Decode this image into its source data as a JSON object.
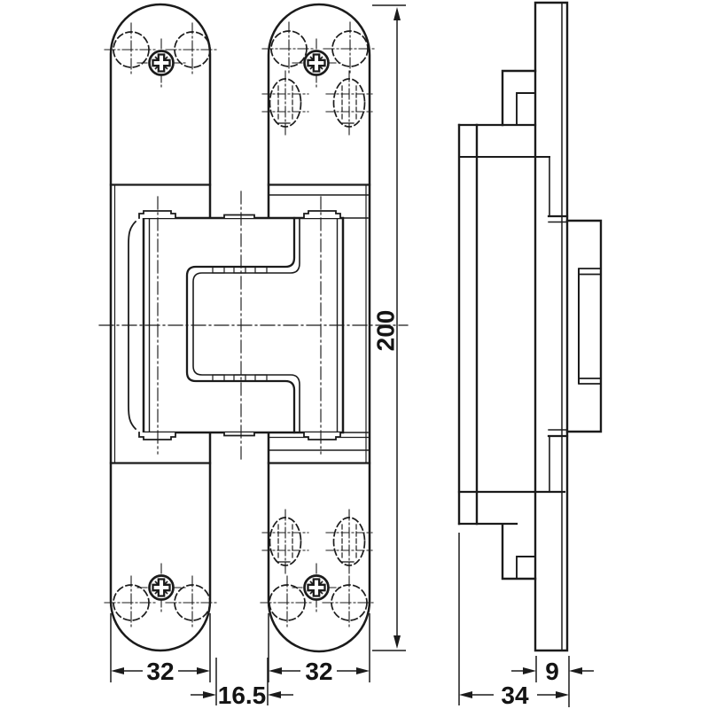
{
  "drawing": {
    "kind": "technical-drawing",
    "colors": {
      "line": "#1b1b1b",
      "background": "#ffffff"
    },
    "front_view": {
      "overall_height": "200",
      "left_plate_width": "32",
      "right_plate_width": "32",
      "center_gap": "16.5"
    },
    "side_view": {
      "leaf_thickness": "9",
      "overall_depth": "34"
    }
  }
}
